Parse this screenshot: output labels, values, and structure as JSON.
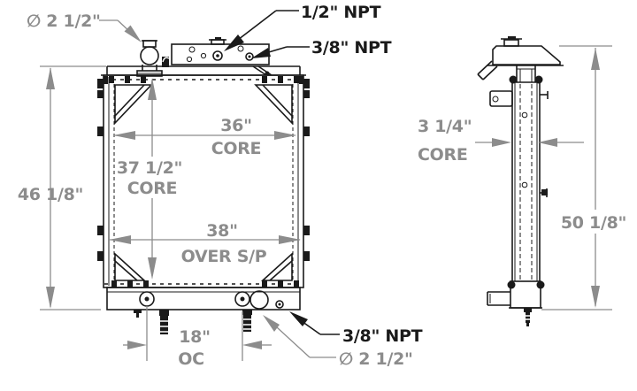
{
  "colors": {
    "line": "#1a1a1a",
    "dimension": "#8c8c8c",
    "background": "#ffffff"
  },
  "front_view": {
    "labels": {
      "filler_diameter": "∅ 2 1/2\"",
      "port_half_npt": "1/2\" NPT",
      "port_three_eighths_npt_top": "3/8\" NPT",
      "overall_height": "46 1/8\"",
      "core_width_line1": "36\"",
      "core_width_line2": "CORE",
      "core_height_line1": "37 1/2\"",
      "core_height_line2": "CORE",
      "over_side_plates_line1": "38\"",
      "over_side_plates_line2": "OVER S/P",
      "outlet_spacing_line1": "18\"",
      "outlet_spacing_line2": "OC",
      "drain_npt_bottom": "3/8\" NPT",
      "outlet_diameter": "∅ 2 1/2\""
    }
  },
  "side_view": {
    "labels": {
      "core_depth_line1": "3 1/4\"",
      "core_depth_line2": "CORE",
      "overall_height": "50 1/8\""
    }
  }
}
